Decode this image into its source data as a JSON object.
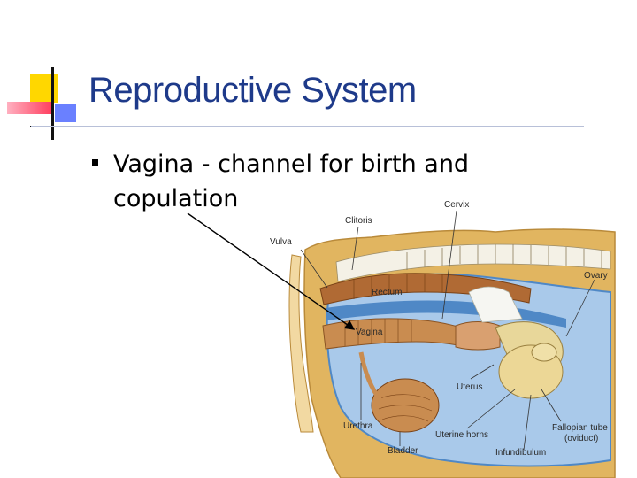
{
  "slide": {
    "title": "Reproductive System",
    "bullet": "Vagina - channel for birth and copulation"
  },
  "diagram": {
    "labels": {
      "clitoris": "Clitoris",
      "cervix": "Cervix",
      "vulva": "Vulva",
      "ovary": "Ovary",
      "rectum": "Rectum",
      "vagina": "Vagina",
      "uterus": "Uterus",
      "urethra": "Urethra",
      "fallopian_1": "Fallopian tube",
      "fallopian_2": "(oviduct)",
      "uterine_horns": "Uterine horns",
      "bladder": "Bladder",
      "infundibulum": "Infundibulum"
    }
  },
  "colors": {
    "title": "#1e3a8a",
    "body_tan": "#e1b560",
    "abdomen_blue": "#a9c9ea",
    "deep_blue": "#4f88c6",
    "organ_brown": "#c98c50",
    "accent_yellow": "#ffd700",
    "accent_red": "#ff4060",
    "accent_blue": "#4060ff"
  }
}
